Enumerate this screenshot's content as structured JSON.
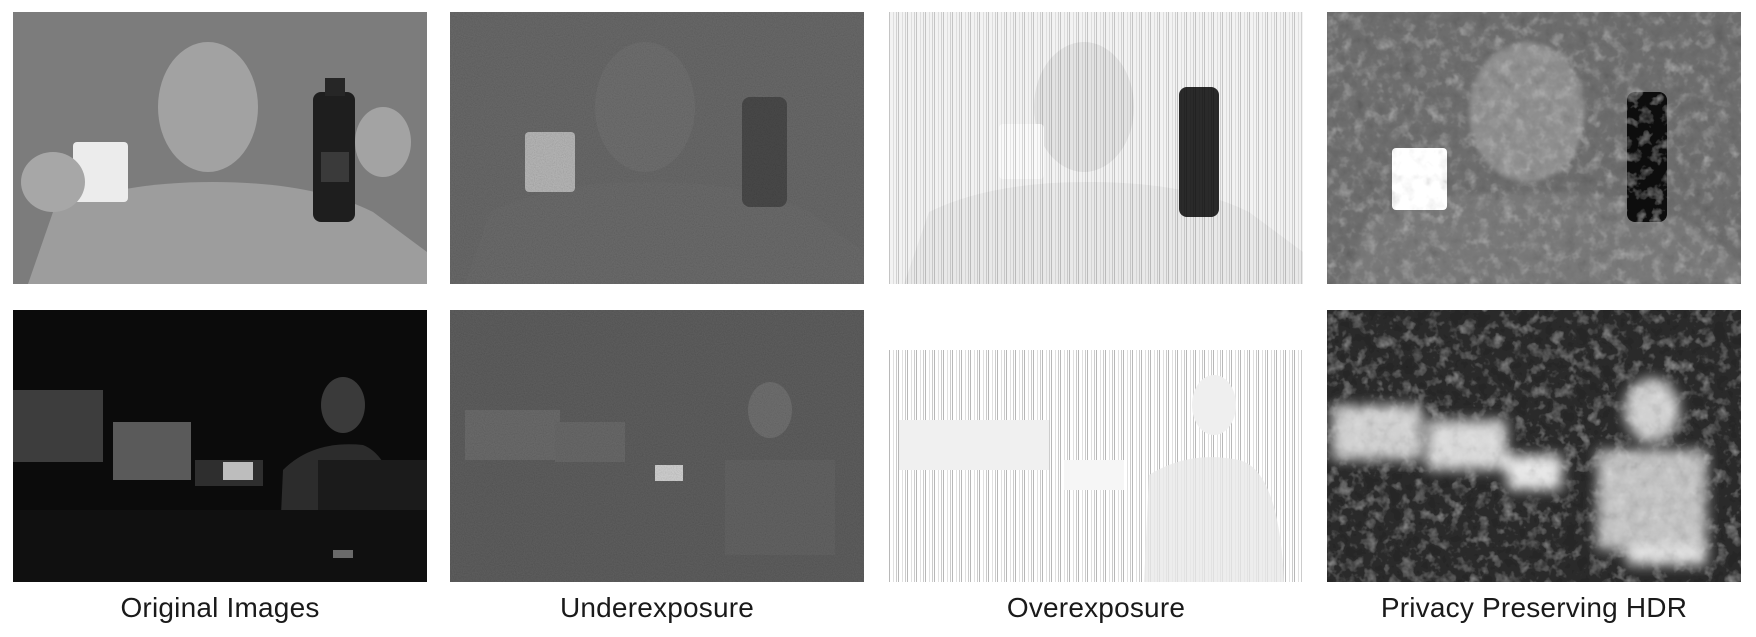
{
  "figure": {
    "columns": [
      {
        "label": "Original Images"
      },
      {
        "label": "Underexposure"
      },
      {
        "label": "Overexposure"
      },
      {
        "label": "Privacy Preserving HDR"
      }
    ],
    "rows": [
      {
        "scene": "person-holding-cup-and-bottle"
      },
      {
        "scene": "office-with-monitors-and-person"
      }
    ]
  }
}
